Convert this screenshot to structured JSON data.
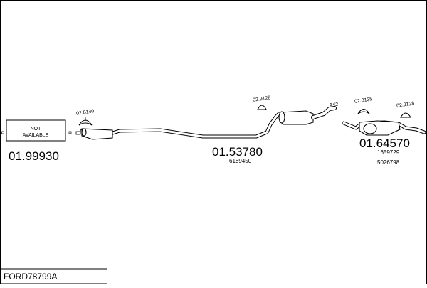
{
  "diagram": {
    "title": "FORD78799A",
    "not_available_lines": [
      "NOT",
      "AVAILABLE"
    ],
    "parts": {
      "front": {
        "code": "01.99930"
      },
      "middle": {
        "code": "01.53780",
        "ref": "6189450"
      },
      "rear": {
        "code": "01.64570",
        "refs": [
          "1659729",
          "5026798"
        ]
      }
    },
    "accessories": {
      "clamp_front": "02.8140",
      "clamp_middle": "02.9128",
      "clamp_rear_a": "02.8135",
      "clamp_rear_b": "02.9128",
      "diameter": "ø42"
    }
  }
}
